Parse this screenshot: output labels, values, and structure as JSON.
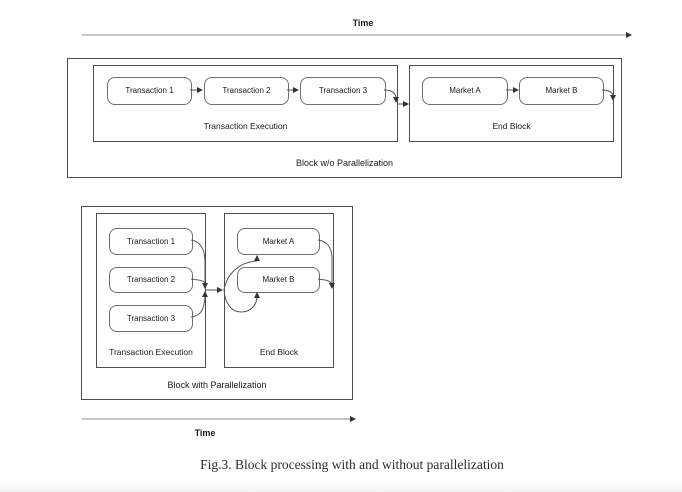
{
  "colors": {
    "background": "#ffffff",
    "node_border": "#6e6e6e",
    "group_border": "#4f4f4f",
    "connector": "#555555",
    "timeline": "#8a8a8a",
    "text": "#1a1a1a"
  },
  "timeline_top": {
    "label": "Time"
  },
  "timeline_bottom": {
    "label": "Time"
  },
  "sequential_block": {
    "label": "Block w/o Parallelization",
    "execution_group": {
      "label": "Transaction Execution",
      "nodes": [
        "Transaction 1",
        "Transaction 2",
        "Transaction 3"
      ]
    },
    "end_group": {
      "label": "End Block",
      "nodes": [
        "Market A",
        "Market B"
      ]
    }
  },
  "parallel_block": {
    "label": "Block with Parallelization",
    "execution_group": {
      "label": "Transaction Execution",
      "nodes": [
        "Transaction 1",
        "Transaction 2",
        "Transaction 3"
      ]
    },
    "end_group": {
      "label": "End Block",
      "nodes": [
        "Market A",
        "Market B"
      ]
    }
  },
  "caption": "Fig.3. Block processing with and without parallelization"
}
